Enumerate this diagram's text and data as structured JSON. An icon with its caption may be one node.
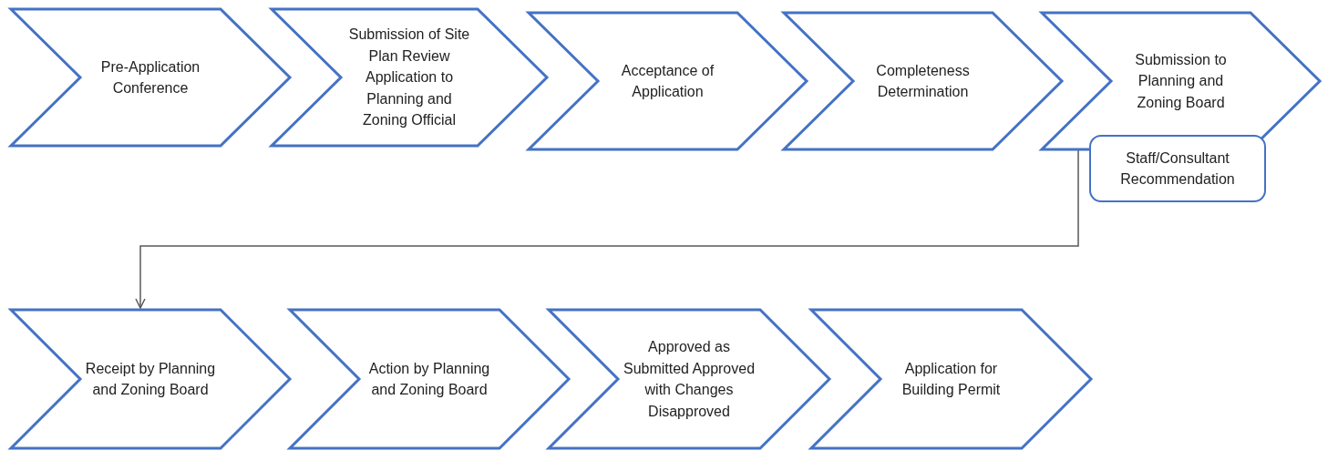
{
  "diagram": {
    "nodes": [
      {
        "text": [
          "Pre-Application Conference"
        ]
      },
      {
        "text": [
          "Submission of Site Plan Review Application to Planning and Zoning Official"
        ]
      },
      {
        "text": [
          "Acceptance of Application"
        ]
      },
      {
        "text": [
          "Completeness Determination"
        ]
      },
      {
        "text": [
          "Submission to Planning and Zoning Board"
        ]
      },
      {
        "text": [
          "Staff/Consultant Recommendation"
        ]
      },
      {
        "text": [
          "Receipt by Planning and Zoning Board"
        ]
      },
      {
        "text": [
          "Action by Planning and Zoning Board"
        ]
      },
      {
        "text": [
          "Approved as Submitted Approved with Changes Disapproved"
        ]
      },
      {
        "text": [
          "Application for Building Permit"
        ]
      }
    ],
    "edges": [
      {
        "from": 4,
        "to": 6,
        "arrow": "to",
        "color": "#595959"
      }
    ]
  }
}
